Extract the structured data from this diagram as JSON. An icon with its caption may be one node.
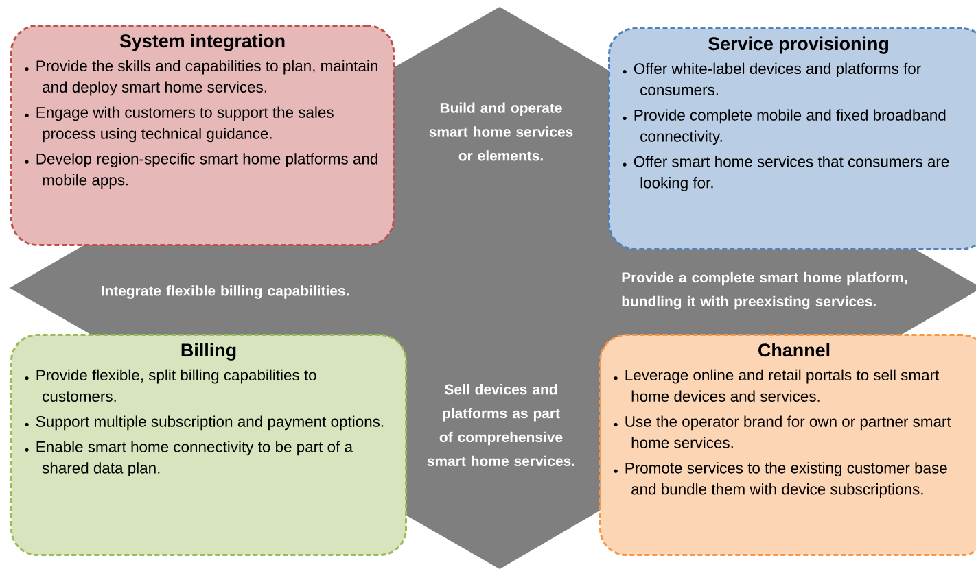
{
  "diagram": {
    "nodes": [
      {
        "text": [
          "System integration",
          "Provide the skills and capabilities to plan, maintain and deploy smart home services.",
          "Engage with customers to support the sales process using technical guidance.",
          "Develop region-specific smart home platforms and mobile apps."
        ]
      },
      {
        "text": [
          "Service provisioning",
          "Offer white-label devices and platforms for consumers.",
          "Provide complete mobile and fixed broadband connectivity.",
          "Offer smart home services that consumers are looking for."
        ]
      },
      {
        "text": [
          "Billing",
          "Provide flexible, split billing capabilities to customers.",
          "Support multiple subscription and payment options.",
          "Enable smart home connectivity to be part of a shared data plan."
        ]
      },
      {
        "text": [
          "Channel",
          "Leverage online and retail portals to sell smart home devices and services.",
          "Use the operator brand for own or partner smart home services.",
          "Promote services to the existing customer base and bundle them with device subscriptions."
        ]
      }
    ],
    "edges": [],
    "labels": [
      "Build and operate smart home services or elements.",
      "Integrate flexible billing capabilities.",
      "Provide a complete smart home platform, bundling it with preexisting services.",
      "Sell devices and platforms as part of comprehensive smart home services."
    ]
  }
}
